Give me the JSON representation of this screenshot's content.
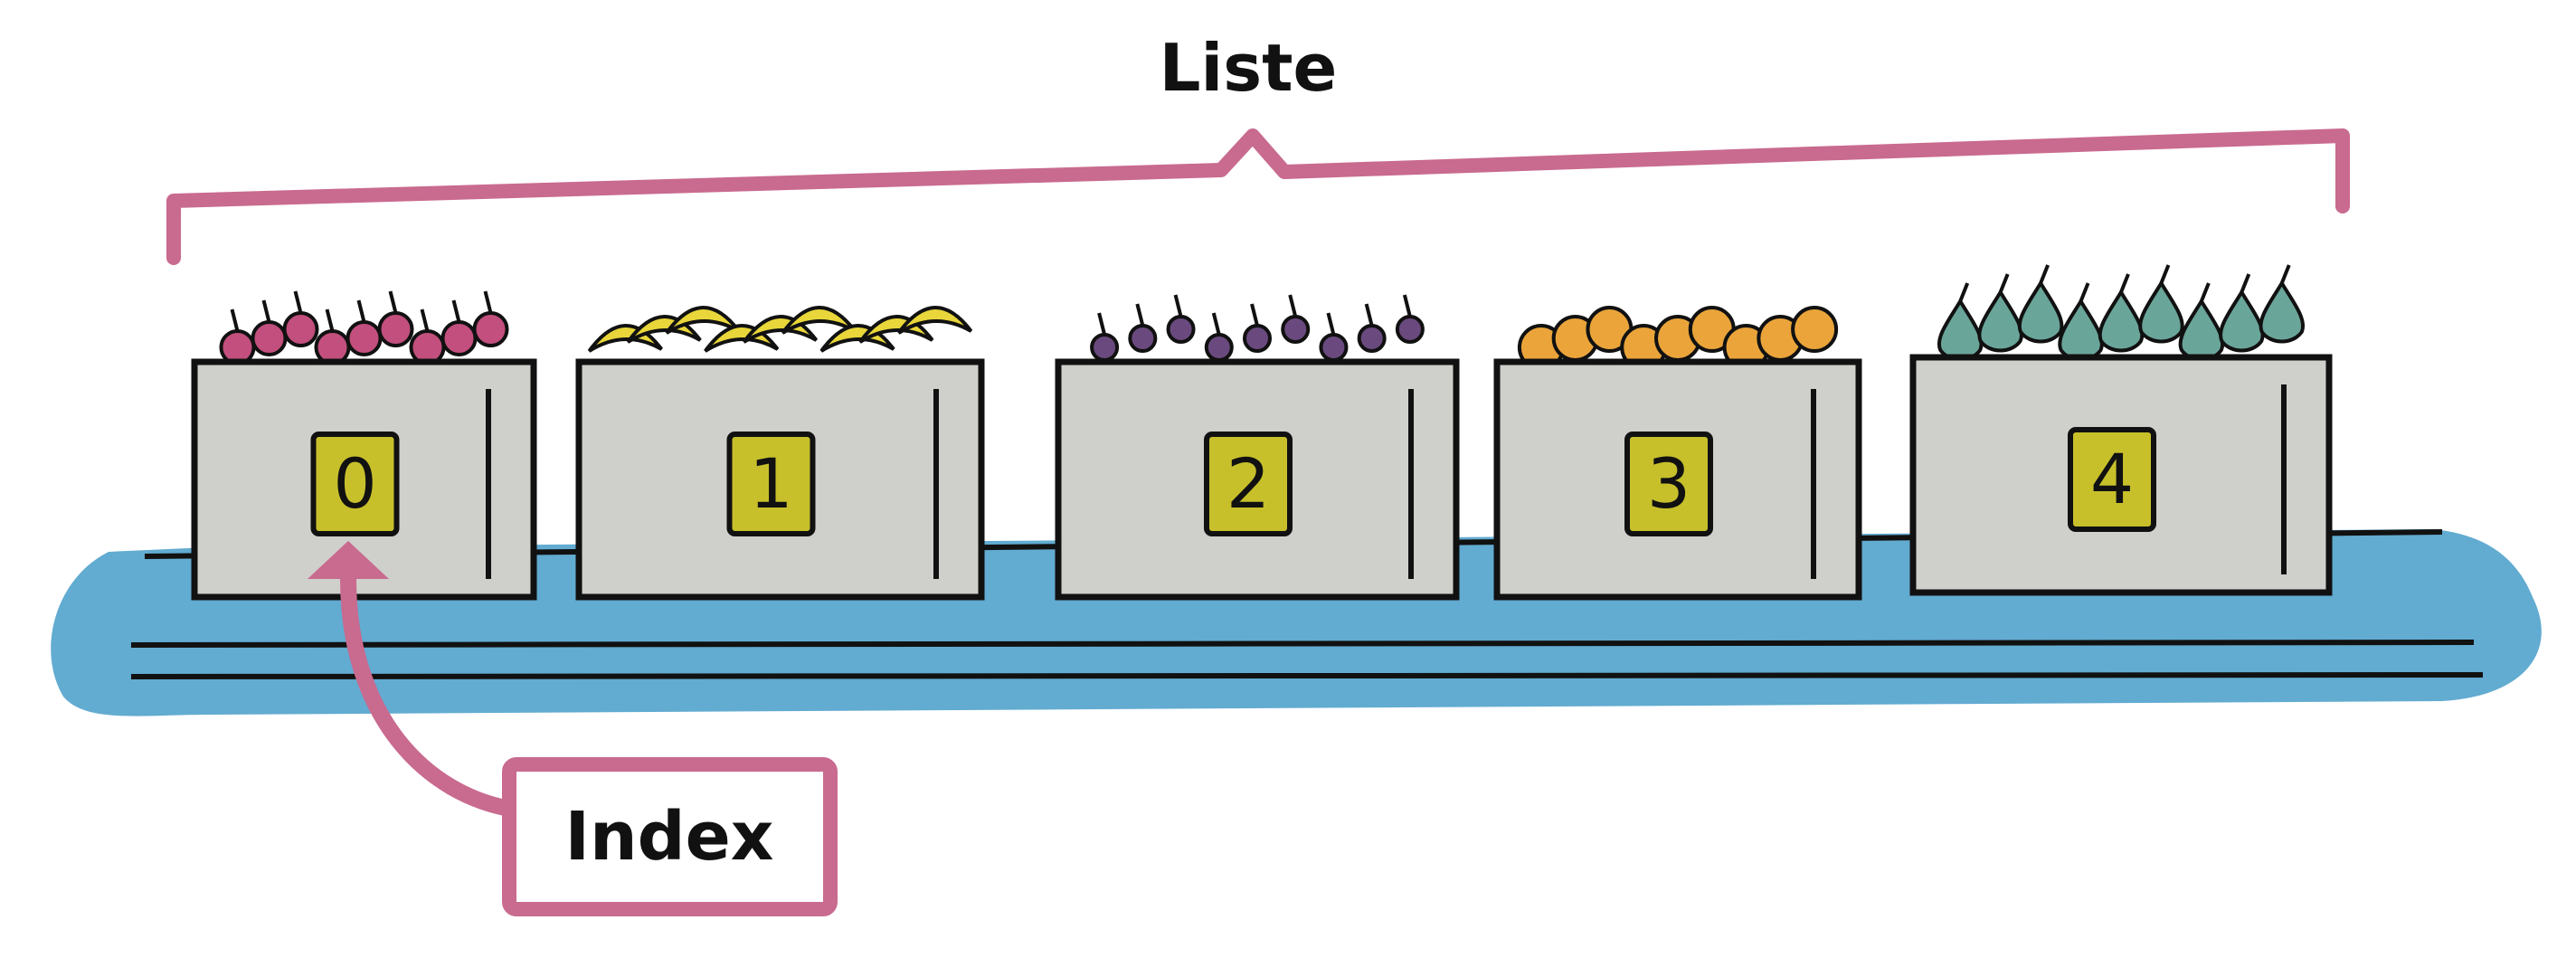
{
  "diagram": {
    "list_label": "Liste",
    "index_label": "Index",
    "boxes": [
      {
        "index": "0",
        "fruit": "cherries-icon",
        "fruit_color": "#c24f7d"
      },
      {
        "index": "1",
        "fruit": "bananas-icon",
        "fruit_color": "#e8d63a"
      },
      {
        "index": "2",
        "fruit": "grapes-icon",
        "fruit_color": "#6a4a7e"
      },
      {
        "index": "3",
        "fruit": "oranges-icon",
        "fruit_color": "#eaa43a"
      },
      {
        "index": "4",
        "fruit": "pears-icon",
        "fruit_color": "#6aa59a"
      }
    ]
  },
  "colors": {
    "bracket": "#c96a8f",
    "belt": "#5aa6cf",
    "box_fill": "#cfcfcb",
    "index_tag": "#c7c02b",
    "outline": "#111111"
  }
}
